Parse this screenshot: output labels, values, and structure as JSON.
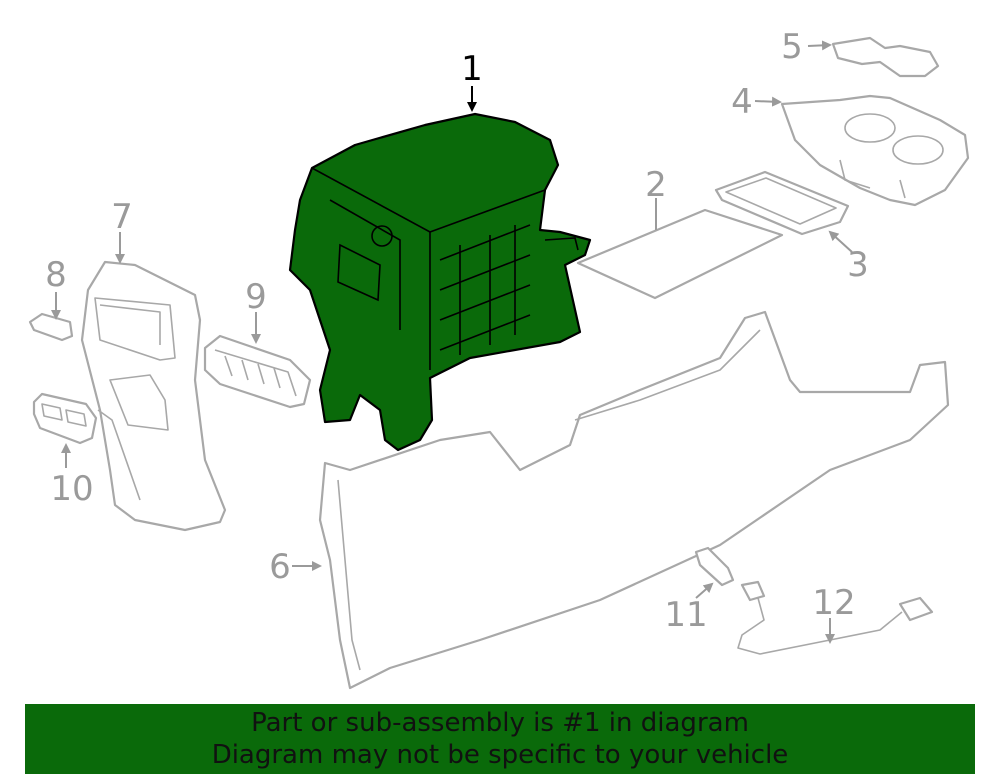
{
  "callouts": [
    "1",
    "2",
    "3",
    "4",
    "5",
    "6",
    "7",
    "8",
    "9",
    "10",
    "11",
    "12"
  ],
  "banner": {
    "line1": "Part or sub-assembly is #1 in diagram",
    "line2": "Diagram may not be specific to your vehicle"
  },
  "colors": {
    "highlight": "#0a6a0a",
    "outline": "#a8a8a8",
    "callout_text": "#9a9a9a"
  }
}
